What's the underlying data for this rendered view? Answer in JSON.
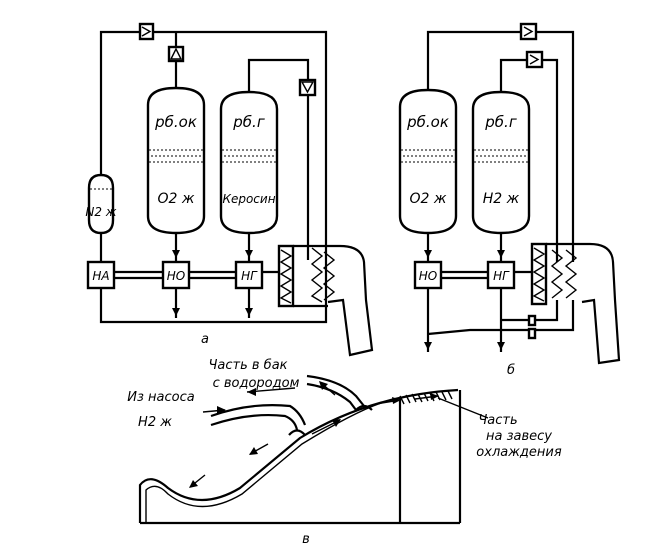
{
  "diagram_a": {
    "tank_oxidizer_pressure": "pб.ок",
    "tank_fuel_pressure": "pб.г",
    "tank_oxidizer_content": "O2 ж",
    "tank_fuel_content": "Керосин",
    "tank_nitrogen_content": "N2 ж",
    "unit_na": "НА",
    "pump_oxidizer": "НО",
    "pump_fuel": "НГ",
    "caption": "а"
  },
  "diagram_b": {
    "tank_oxidizer_pressure": "pб.ок",
    "tank_fuel_pressure": "pб.г",
    "tank_oxidizer_content": "O2 ж",
    "tank_fuel_content": "H2 ж",
    "pump_oxidizer": "НО",
    "pump_fuel": "НГ",
    "caption": "б"
  },
  "diagram_c": {
    "from_pump": "Из насоса",
    "hydrogen_liquid": "H2 ж",
    "to_tank_line1": "Часть в бак",
    "to_tank_line2": "с водородом",
    "film_line1": "Часть",
    "film_line2": "на завесу",
    "film_line3": "охлаждения",
    "caption": "в"
  }
}
